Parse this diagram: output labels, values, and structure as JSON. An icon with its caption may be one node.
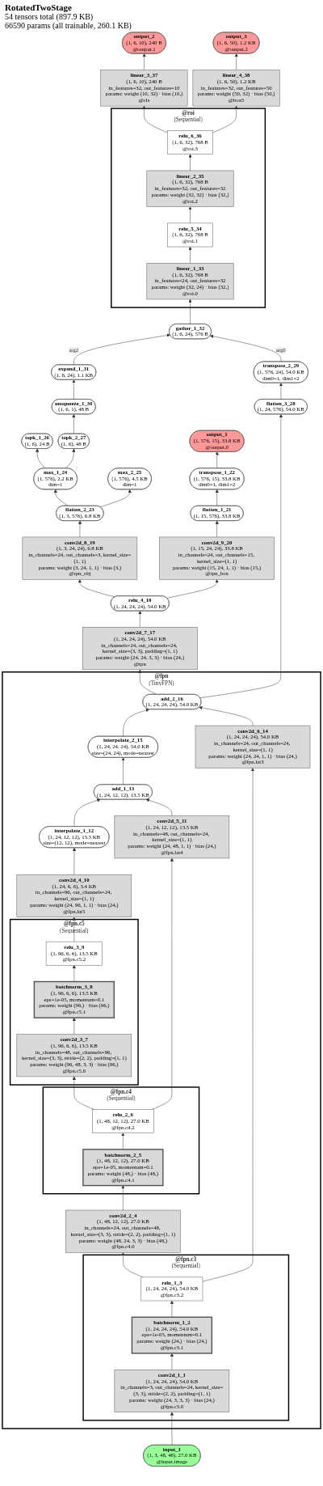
{
  "diagram": {
    "title": "RotatedTwoStage",
    "labels": [
      "54 tensors total (897.9 KB)",
      "66590 params (all trainable, 260.1 KB)"
    ],
    "nodes": [
      {
        "text": [
          "output_3",
          "(1, 6, 50), 1.2 KB",
          "@output.2"
        ]
      },
      {
        "text": [
          "output_2",
          "(1, 6, 10), 240 B",
          "@output.1"
        ]
      },
      {
        "text": [
          "linear_3_37",
          "(1, 6, 10), 240 B",
          "in_features=32, out_features=10",
          "params: weight (10, 32) · bias (10,)",
          "@cls"
        ]
      },
      {
        "text": [
          "linear_4_38",
          "(1, 6, 50), 1.2 KB",
          "in_features=32, out_features=50",
          "params: weight (50, 32) · bias (50,)",
          "@box5"
        ]
      },
      {
        "text": [
          "@roi",
          "(Sequential)"
        ]
      },
      {
        "text": [
          "relu_6_36",
          "(1, 6, 32), 768 B",
          "@roi.3"
        ],
        "in": 4
      },
      {
        "text": [
          "linear_2_35",
          "(1, 6, 32), 768 B",
          "in_features=32, out_features=32",
          "params: weight (32, 32) · bias (32,)",
          "@roi.2"
        ],
        "in": 4
      },
      {
        "text": [
          "relu_5_34",
          "(1, 6, 32), 768 B",
          "@roi.1"
        ],
        "in": 4
      },
      {
        "text": [
          "linear_1_33",
          "(1, 6, 32), 768 B",
          "in_features=24, out_features=32",
          "params: weight (32, 24) · bias (32,)",
          "@roi.0"
        ],
        "in": 4
      },
      {
        "text": [
          "gather_1_32",
          "(1, 6, 24), 576 B"
        ]
      },
      {
        "text": [
          "expand_1_31",
          "(1, 6, 24), 1.1 KB"
        ]
      },
      {
        "text": [
          "unsqueeze_1_30",
          "(1, 6, 1), 48 B"
        ]
      },
      {
        "text": [
          "topk_1_26",
          "(1, 6), 24 B"
        ]
      },
      {
        "text": [
          "topk_2_27",
          "(1, 6), 48 B"
        ]
      },
      {
        "text": [
          "output_1",
          "(1, 576, 15), 33.8 KB",
          "@output.0"
        ]
      },
      {
        "text": [
          "max_1_24",
          "(1, 576), 2.2 KB",
          "dim=1"
        ]
      },
      {
        "text": [
          "max_2_25",
          "(1, 576), 4.5 KB",
          "dim=1"
        ]
      },
      {
        "text": [
          "transpose_1_22",
          "(1, 576, 15), 33.8 KB",
          "dim0=1, dim1=2"
        ]
      },
      {
        "text": [
          "flatten_2_23",
          "(1, 3, 576), 6.8 KB"
        ]
      },
      {
        "text": [
          "flatten_1_21",
          "(1, 15, 576), 33.8 KB"
        ]
      },
      {
        "text": [
          "conv2d_8_19",
          "(1, 3, 24, 24), 6.8 KB",
          "in_channels=24, out_channels=3, kernel_size=(1, 1)",
          "params: weight (3, 24, 1, 1) · bias (3,)",
          "@rpn_obj"
        ]
      },
      {
        "text": [
          "conv2d_9_20",
          "(1, 15, 24, 24), 33.8 KB",
          "in_channels=24, out_channels=15, kernel_size=(1, 1)",
          "params: weight (15, 24, 1, 1) · bias (15,)",
          "@rpn_box"
        ]
      },
      {
        "text": [
          "relu_4_18",
          "(1, 24, 24, 24), 54.0 KB"
        ]
      },
      {
        "text": [
          "transpose_2_29",
          "(1, 576, 24), 54.0 KB",
          "dim0=1, dim1=2"
        ]
      },
      {
        "text": [
          "conv2d_7_17",
          "(1, 24, 24, 24), 54.0 KB",
          "in_channels=24, out_channels=24, kernel_size=(3, 3), padding=(1, 1)",
          "params: weight (24, 24, 3, 3) · bias (24,)",
          "@rpn"
        ]
      },
      {
        "text": [
          "flatten_3_28",
          "(1, 24, 576), 54.0 KB"
        ]
      },
      {
        "text": [
          "@fpn",
          "(TinyFPN)"
        ]
      },
      {
        "text": [
          "add_2_16",
          "(1, 24, 24, 24), 54.0 KB"
        ],
        "in": 26
      },
      {
        "text": [
          "interpolate_2_15",
          "(1, 24, 24, 24), 54.0 KB",
          "size=(24, 24), mode=nearest"
        ],
        "in": 26
      },
      {
        "text": [
          "add_1_13",
          "(1, 24, 12, 12), 13.5 KB"
        ],
        "in": 26
      },
      {
        "text": [
          "interpolate_1_12",
          "(1, 24, 12, 12), 13.5 KB",
          "size=(12, 12), mode=nearest"
        ],
        "in": 26
      },
      {
        "text": [
          "conv2d_5_11",
          "(1, 24, 12, 12), 13.5 KB",
          "in_channels=48, out_channels=24, kernel_size=(1, 1)",
          "params: weight (24, 48, 1, 1) · bias (24,)",
          "@fpn.lat4"
        ],
        "in": 26
      },
      {
        "text": [
          "conv2d_4_10",
          "(1, 24, 6, 6), 3.4 KB",
          "in_channels=96, out_channels=24, kernel_size=(1, 1)",
          "params: weight (24, 96, 1, 1) · bias (24,)",
          "@fpn.lat5"
        ],
        "in": 26
      },
      {
        "text": [
          "@fpn.c5",
          "(Sequential)"
        ],
        "in": 26
      },
      {
        "text": [
          "relu_3_9",
          "(1, 96, 6, 6), 13.5 KB",
          "@fpn.c5.2"
        ],
        "in": 33
      },
      {
        "text": [
          "batchnorm_3_8",
          "(1, 96, 6, 6), 13.5 KB",
          "eps=1e-05, momentum=0.1",
          "params: weight (96,) · bias (96,)",
          "@fpn.c5.1"
        ],
        "in": 33
      },
      {
        "text": [
          "conv2d_3_7",
          "(1, 96, 6, 6), 13.5 KB",
          "in_channels=48, out_channels=96, kernel_size=(3, 3), stride=(2, 2), padding=(1, 1)",
          "params: weight (96, 48, 3, 3) · bias (96,)",
          "@fpn.c5.0"
        ],
        "in": 33
      },
      {
        "text": [
          "@fpn.c4",
          "(Sequential)"
        ],
        "in": 26
      },
      {
        "text": [
          "relu_2_6",
          "(1, 48, 12, 12), 27.0 KB",
          "@fpn.c4.2"
        ],
        "in": 37
      },
      {
        "text": [
          "batchnorm_2_5",
          "(1, 48, 12, 12), 27.0 KB",
          "eps=1e-05, momentum=0.1",
          "params: weight (48,) · bias (48,)",
          "@fpn.c4.1"
        ],
        "in": 37
      },
      {
        "text": [
          "conv2d_2_4",
          "(1, 48, 12, 12), 27.0 KB",
          "in_channels=24, out_channels=48, kernel_size=(3, 3), stride=(2, 2), padding=(1, 1)",
          "params: weight (48, 24, 3, 3) · bias (48,)",
          "@fpn.c4.0"
        ],
        "in": 26
      },
      {
        "text": [
          "conv2d_6_14",
          "(1, 24, 24, 24), 54.0 KB",
          "in_channels=24, out_channels=24, kernel_size=(1, 1)",
          "params: weight (24, 24, 1, 1) · bias (24,)",
          "@fpn.lat3"
        ],
        "in": 26
      },
      {
        "text": [
          "@fpn.c3",
          "(Sequential)"
        ],
        "in": 26
      },
      {
        "text": [
          "relu_1_3",
          "(1, 24, 24, 24), 54.0 KB",
          "@fpn.c3.2"
        ],
        "in": 42
      },
      {
        "text": [
          "batchnorm_1_2",
          "(1, 24, 24, 24), 54.0 KB",
          "eps=1e-05, momentum=0.1",
          "params: weight (24,) · bias (24,)",
          "@fpn.c3.1"
        ],
        "in": 42
      },
      {
        "text": [
          "conv2d_1_1",
          "(1, 24, 24, 24), 54.0 KB",
          "in_channels=3, out_channels=24, kernel_size=(3, 3), stride=(2, 2), padding=(1, 1)",
          "params: weight (24, 3, 3, 3) · bias (24,)",
          "@fpn.c3.0"
        ],
        "in": 42
      },
      {
        "text": [
          "input_1",
          "(1, 3, 48, 48), 27.0 KB",
          "@input.image"
        ]
      }
    ],
    "edges": [
      {
        "from": 46,
        "to": 45,
        "arrow": "to"
      },
      {
        "from": 45,
        "to": 44,
        "arrow": "to"
      },
      {
        "from": 44,
        "to": 43,
        "arrow": "to"
      },
      {
        "from": 43,
        "to": 40,
        "arrow": "to"
      },
      {
        "from": 43,
        "to": 41,
        "arrow": "to"
      },
      {
        "from": 40,
        "to": 39,
        "arrow": "to"
      },
      {
        "from": 39,
        "to": 38,
        "arrow": "to"
      },
      {
        "from": 38,
        "to": 36,
        "arrow": "to"
      },
      {
        "from": 38,
        "to": 31,
        "arrow": "to"
      },
      {
        "from": 36,
        "to": 35,
        "arrow": "to"
      },
      {
        "from": 35,
        "to": 34,
        "arrow": "to"
      },
      {
        "from": 34,
        "to": 32,
        "arrow": "to"
      },
      {
        "from": 32,
        "to": 30,
        "arrow": "to"
      },
      {
        "from": 30,
        "to": 29,
        "arrow": "to"
      },
      {
        "from": 31,
        "to": 29,
        "arrow": "to"
      },
      {
        "from": 29,
        "to": 28,
        "arrow": "to"
      },
      {
        "from": 28,
        "to": 27,
        "arrow": "to"
      },
      {
        "from": 41,
        "to": 27,
        "arrow": "to"
      },
      {
        "from": 27,
        "to": 24,
        "arrow": "to"
      },
      {
        "from": 27,
        "to": 25,
        "arrow": "to"
      },
      {
        "from": 25,
        "to": 23,
        "arrow": "to"
      },
      {
        "from": 23,
        "to": 9,
        "arrow": "to",
        "label": "arg0"
      },
      {
        "from": 24,
        "to": 22,
        "arrow": "to"
      },
      {
        "from": 22,
        "to": 20,
        "arrow": "to"
      },
      {
        "from": 22,
        "to": 21,
        "arrow": "to"
      },
      {
        "from": 20,
        "to": 18,
        "arrow": "to"
      },
      {
        "from": 21,
        "to": 19,
        "arrow": "to"
      },
      {
        "from": 18,
        "to": 15,
        "arrow": "to"
      },
      {
        "from": 18,
        "to": 16,
        "arrow": "to"
      },
      {
        "from": 19,
        "to": 17,
        "arrow": "to"
      },
      {
        "from": 17,
        "to": 14,
        "arrow": "to"
      },
      {
        "from": 15,
        "to": 12,
        "arrow": "to"
      },
      {
        "from": 15,
        "to": 13,
        "arrow": "to"
      },
      {
        "from": 13,
        "to": 11,
        "arrow": "to"
      },
      {
        "from": 11,
        "to": 10,
        "arrow": "to"
      },
      {
        "from": 10,
        "to": 9,
        "arrow": "to",
        "label": "arg2"
      },
      {
        "from": 9,
        "to": 8,
        "arrow": "to"
      },
      {
        "from": 8,
        "to": 7,
        "arrow": "to"
      },
      {
        "from": 7,
        "to": 6,
        "arrow": "to"
      },
      {
        "from": 6,
        "to": 5,
        "arrow": "to"
      },
      {
        "from": 5,
        "to": 2,
        "arrow": "to"
      },
      {
        "from": 5,
        "to": 3,
        "arrow": "to"
      },
      {
        "from": 2,
        "to": 1,
        "arrow": "to"
      },
      {
        "from": 3,
        "to": 0,
        "arrow": "to"
      }
    ]
  }
}
